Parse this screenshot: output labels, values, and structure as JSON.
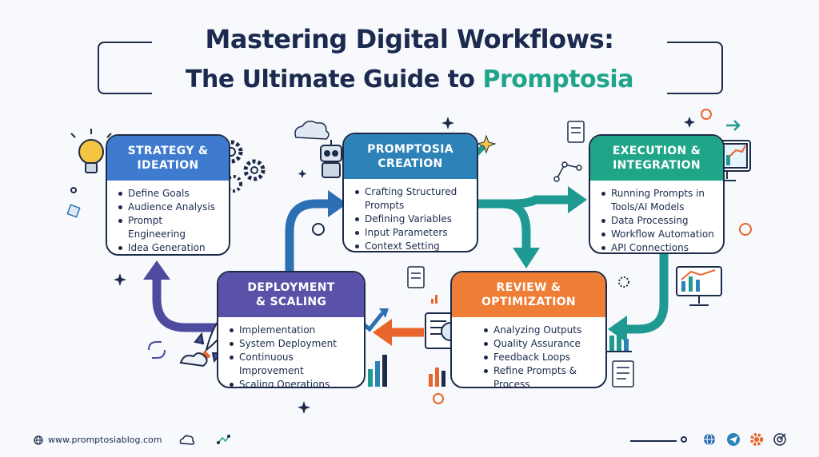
{
  "title": {
    "line1": "Mastering Digital Workflows:",
    "line2_prefix": "The Ultimate Guide to ",
    "line2_accent": "Promptosia"
  },
  "steps": {
    "strategy": {
      "title_line1": "STRATEGY &",
      "title_line2": "IDEATION",
      "color": "#3e7bcf",
      "items": [
        "Define Goals",
        "Audience Analysis",
        "Prompt Engineering",
        "Idea Generation"
      ]
    },
    "creation": {
      "title_line1": "PROMPTOSIA",
      "title_line2": "CREATION",
      "color": "#2d83b8",
      "items": [
        "Crafting Structured Prompts",
        "Defining Variables",
        "Input Parameters",
        "Context Setting"
      ]
    },
    "execution": {
      "title_line1": "EXECUTION &",
      "title_line2": "INTEGRATION",
      "color": "#1fa587",
      "items": [
        "Running Prompts in Tools/AI Models",
        "Data Processing",
        "Workflow Automation",
        "API Connections"
      ]
    },
    "review": {
      "title_line1": "REVIEW &",
      "title_line2": "OPTIMIZATION",
      "color": "#ee7d35",
      "items": [
        "Analyzing Outputs",
        "Quality Assurance",
        "Feedback Loops",
        "Refine Prompts & Process"
      ]
    },
    "deployment": {
      "title_line1": "DEPLOYMENT",
      "title_line2": "& SCALING",
      "color": "#5a51a8",
      "items": [
        "Implementation",
        "System Deployment",
        "Continuous Improvement",
        "Scaling Operations"
      ]
    }
  },
  "footer": {
    "url": "www.promptosiablog.com",
    "icons": [
      "globe-icon",
      "cloud-icon",
      "network-icon",
      "globe-icon",
      "telegram-icon",
      "gear-icon",
      "target-icon"
    ]
  }
}
